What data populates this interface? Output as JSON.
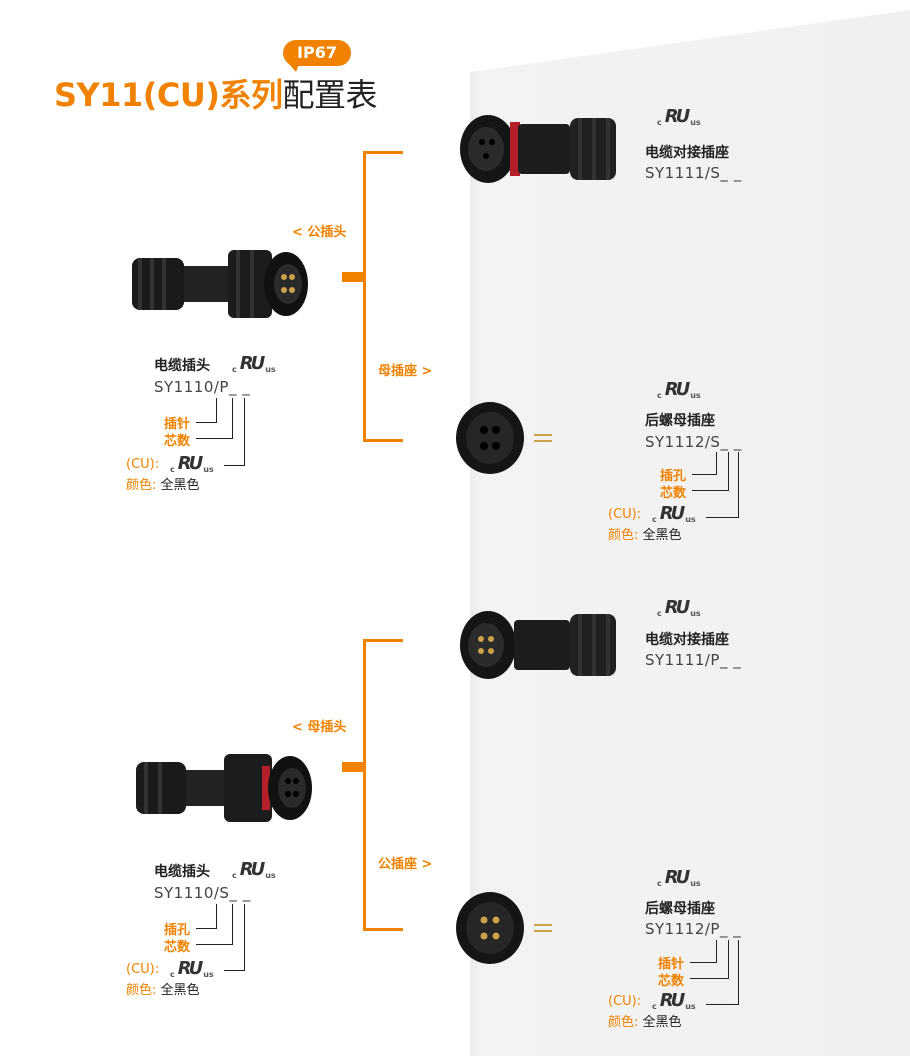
{
  "header": {
    "badge": "IP67",
    "title_orange": "SY11(CU)系列",
    "title_dark": "配置表"
  },
  "ul": {
    "c": "c",
    "mark": "RU",
    "us": "us"
  },
  "group1": {
    "cable_label": "电缆插头",
    "cable_code": "SY1110/P_ _",
    "callout1": "插针",
    "callout2": "芯数",
    "cu": "(CU):",
    "color_label": "颜色:",
    "color_value": "全黑色",
    "branch_top": "< 公插头",
    "branch_bottom": "母插座 >",
    "top_label": "电缆对接插座",
    "top_code": "SY1111/S_ _",
    "bottom_label": "后螺母插座",
    "bottom_code": "SY1112/S_ _",
    "bottom_callout1": "插孔",
    "bottom_callout2": "芯数",
    "bottom_cu": "(CU):",
    "bottom_color_label": "颜色:",
    "bottom_color_value": "全黑色"
  },
  "group2": {
    "cable_label": "电缆插头",
    "cable_code": "SY1110/S_ _",
    "callout1": "插孔",
    "callout2": "芯数",
    "cu": "(CU):",
    "color_label": "颜色:",
    "color_value": "全黑色",
    "branch_top": "< 母插头",
    "branch_bottom": "公插座 >",
    "top_label": "电缆对接插座",
    "top_code": "SY1111/P_ _",
    "bottom_label": "后螺母插座",
    "bottom_code": "SY1112/P_ _",
    "bottom_callout1": "插针",
    "bottom_callout2": "芯数",
    "bottom_cu": "(CU):",
    "bottom_color_label": "颜色:",
    "bottom_color_value": "全黑色"
  },
  "colors": {
    "accent": "#f08200",
    "panel": "#efefef",
    "text": "#222222"
  }
}
